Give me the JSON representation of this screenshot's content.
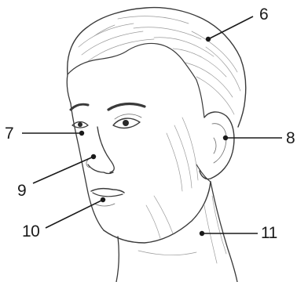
{
  "labels": {
    "l6": "6",
    "l7": "7",
    "l8": "8",
    "l9": "9",
    "l10": "10",
    "l11": "11"
  },
  "colors": {
    "ink": "#1a1a1a",
    "sketch": "#3a3a3a",
    "shade": "#9a9a9a",
    "background": "#ffffff"
  }
}
